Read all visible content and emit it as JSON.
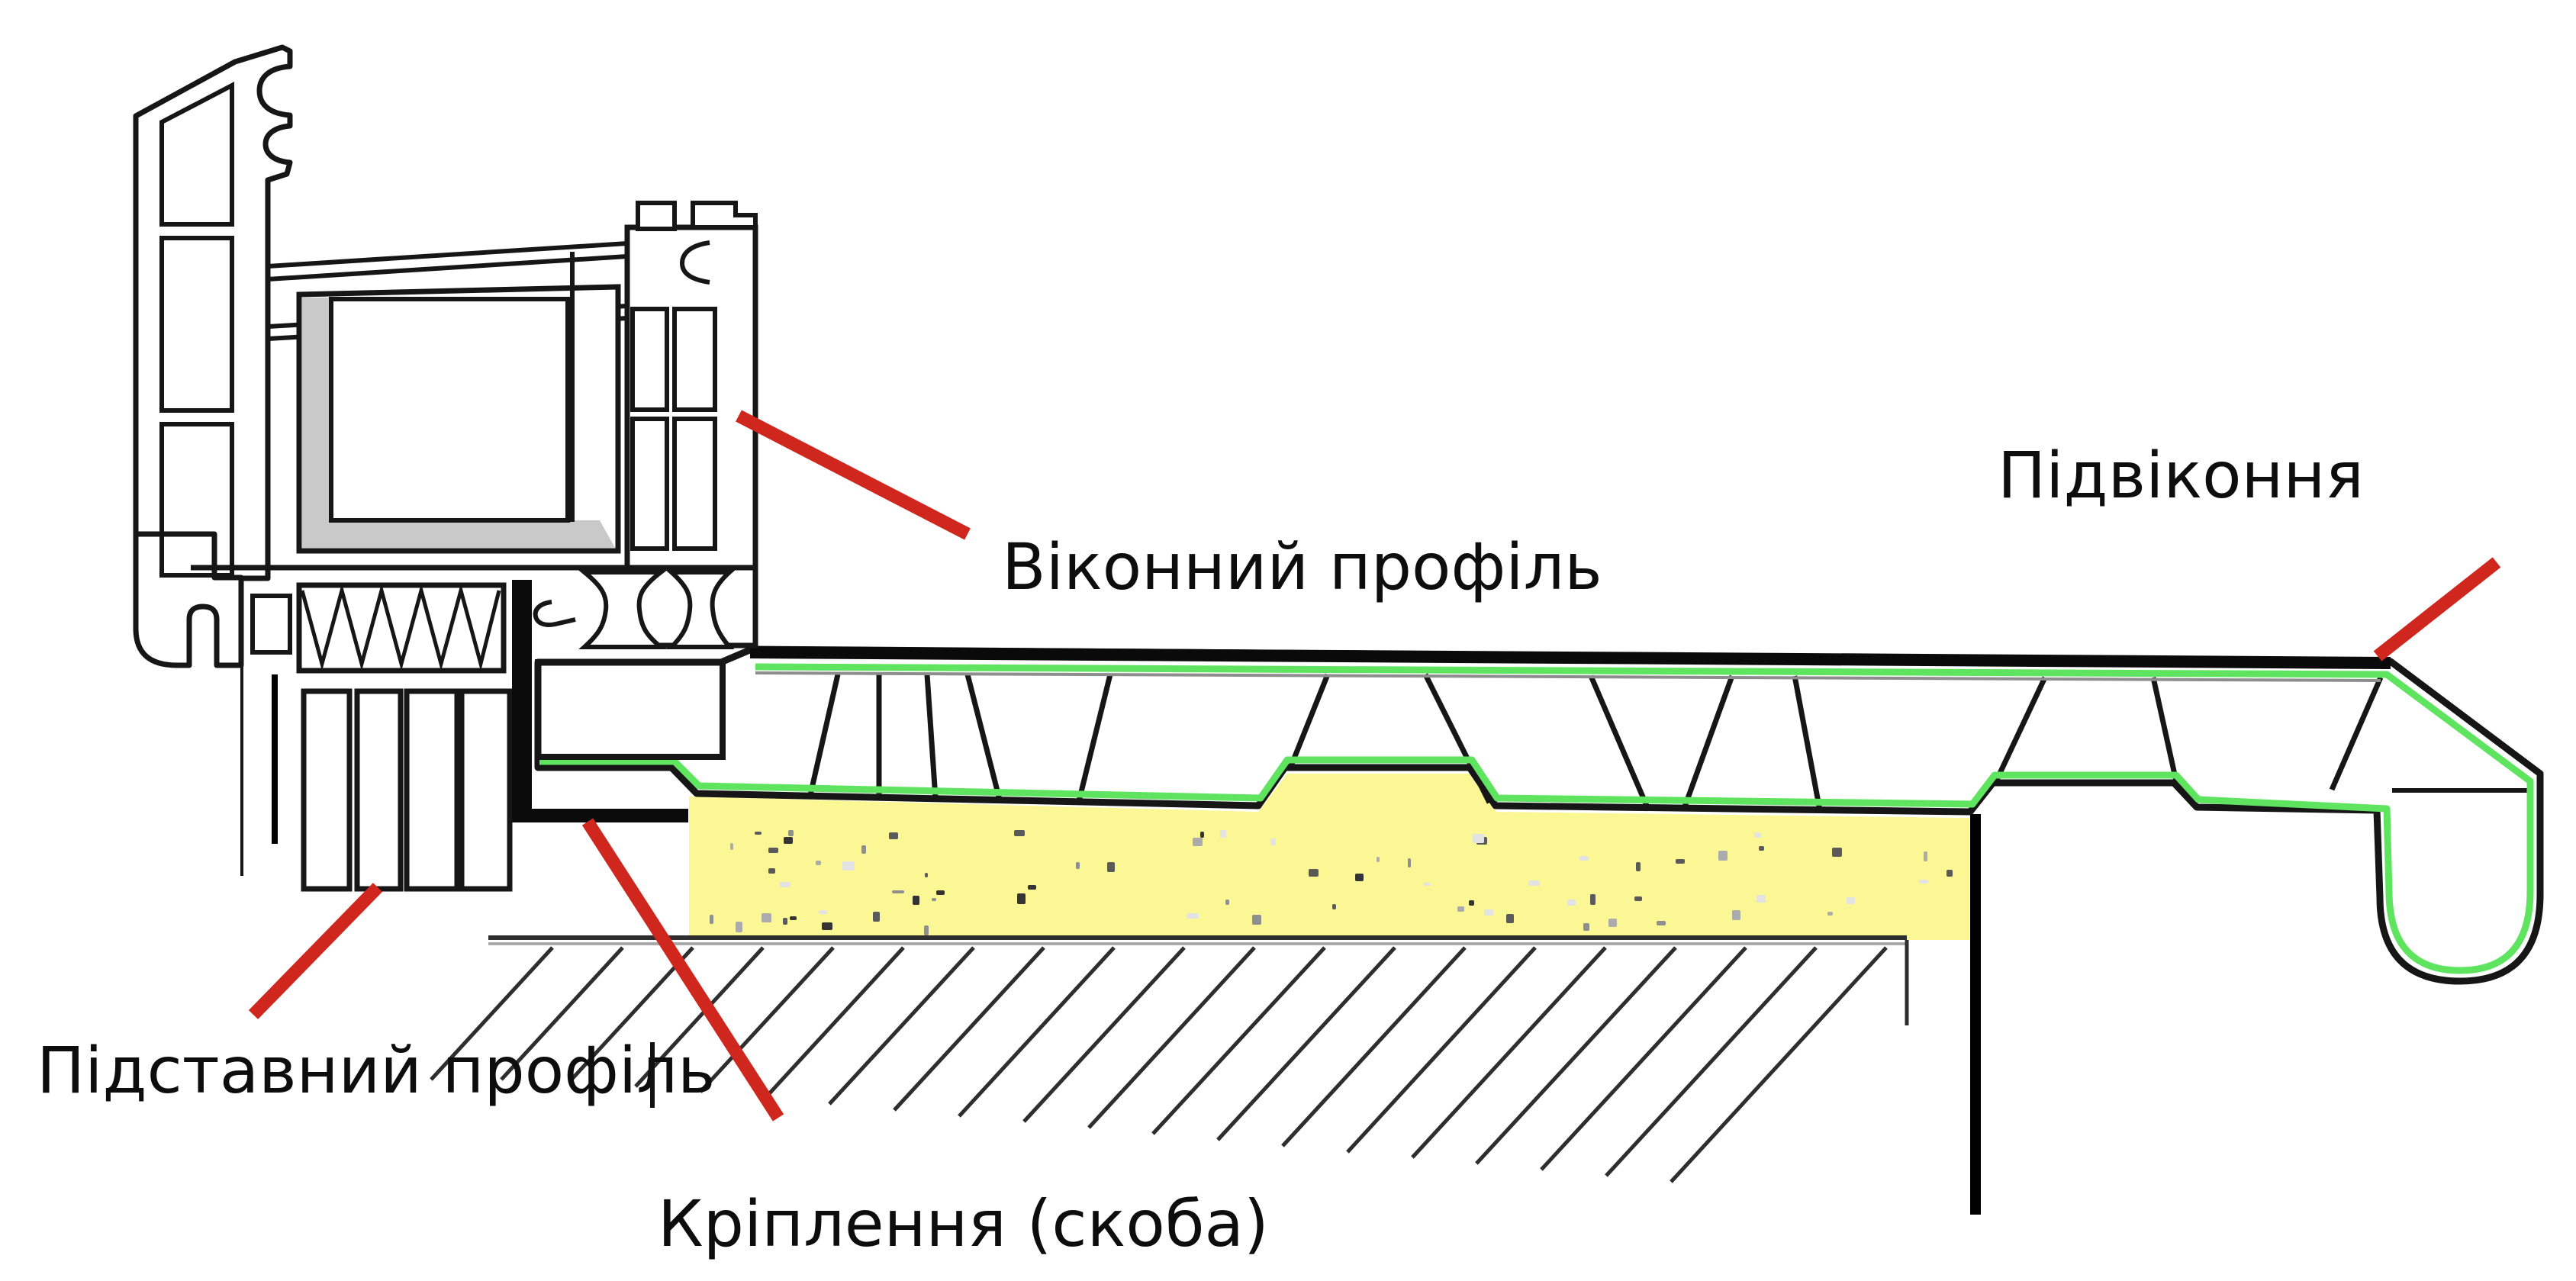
{
  "labels": {
    "window_profile": "Віконний профіль",
    "window_sill": "Підвіконня",
    "support_profile": "Підставний профіль",
    "fastening_bracket": "Кріплення (скоба)"
  },
  "colors": {
    "annotation_red": "#cf261d",
    "sealant_green": "#5fe45f",
    "foam_yellow": "#fbf794",
    "outline": "#161616",
    "wall_line": "#2e2e2e",
    "shadow_gray": "#c9c9c9",
    "speckle_gray": "#8f8f8f"
  }
}
